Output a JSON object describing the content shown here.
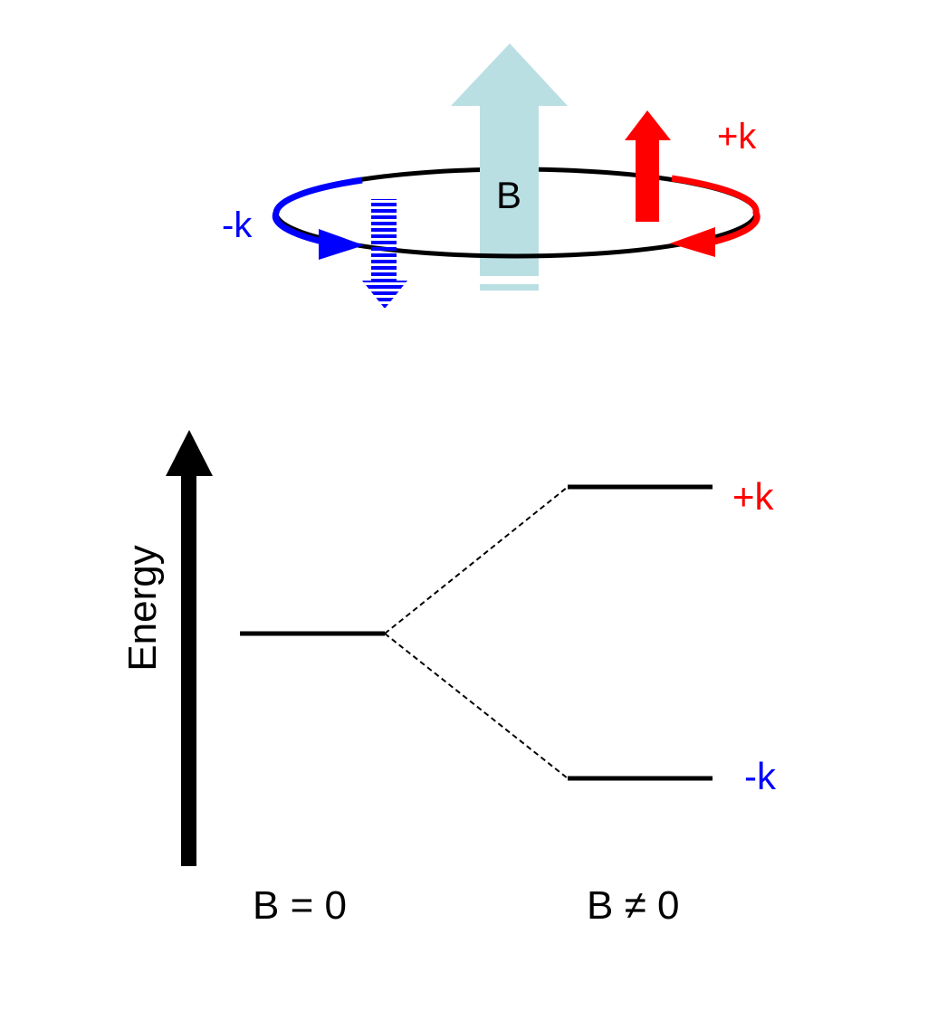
{
  "top": {
    "field_label": "B",
    "plus_label": "+k",
    "minus_label": "-k"
  },
  "energy": {
    "axis_label": "Energy",
    "plus_level_label": "+k",
    "minus_level_label": "-k",
    "left_caption": "B = 0",
    "right_caption": "B ≠ 0"
  },
  "colors": {
    "field": "#b9dfe3",
    "plus": "#ff0000",
    "minus": "#0000ff",
    "line": "#000000"
  }
}
